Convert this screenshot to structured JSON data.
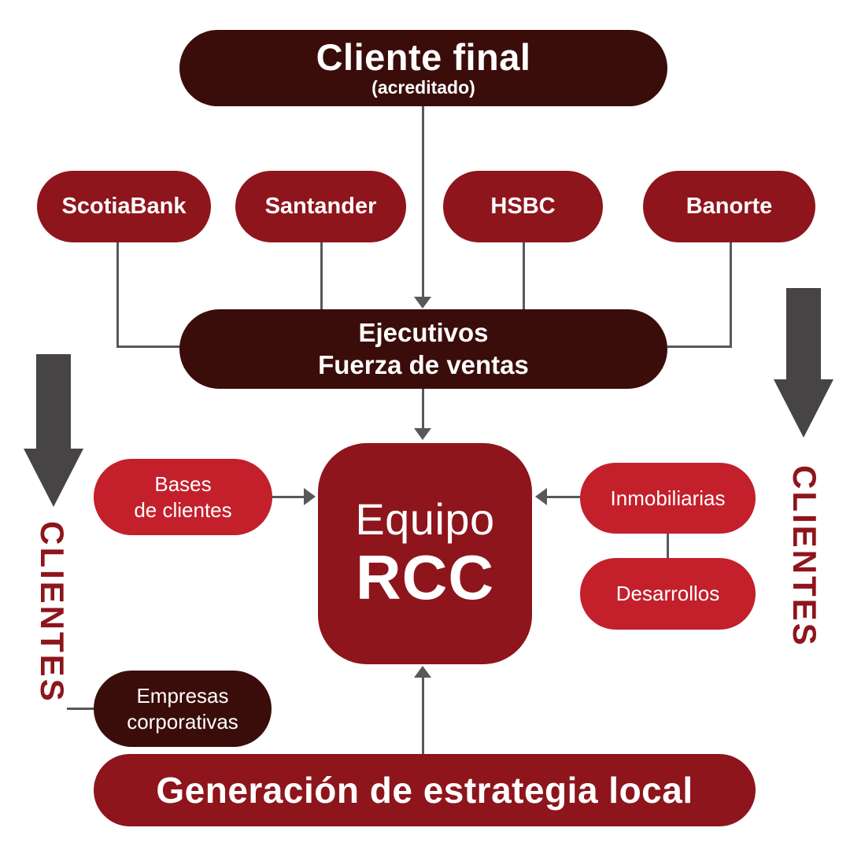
{
  "colors": {
    "background": "#ffffff",
    "dark_brown": "#3a0d0b",
    "dark_red": "#8e151c",
    "bright_red": "#c3202c",
    "arrow_gray": "#474445",
    "line_gray": "#58585a",
    "text_white": "#ffffff"
  },
  "nodes": {
    "cliente_final": {
      "title": "Cliente final",
      "subtitle": "(acreditado)"
    },
    "banks": [
      {
        "label": "ScotiaBank"
      },
      {
        "label": "Santander"
      },
      {
        "label": "HSBC"
      },
      {
        "label": "Banorte"
      }
    ],
    "ejecutivos": {
      "line1": "Ejecutivos",
      "line2": "Fuerza de ventas"
    },
    "equipo_rcc": {
      "line1": "Equipo",
      "line2": "RCC"
    },
    "bases_clientes": {
      "line1": "Bases",
      "line2": "de clientes"
    },
    "inmobiliarias": {
      "label": "Inmobiliarias"
    },
    "desarrollos": {
      "label": "Desarrollos"
    },
    "empresas_corporativas": {
      "line1": "Empresas",
      "line2": "corporativas"
    },
    "estrategia": {
      "label": "Generación de estrategia local"
    }
  },
  "side_labels": {
    "left": "CLIENTES",
    "right": "CLIENTES"
  }
}
